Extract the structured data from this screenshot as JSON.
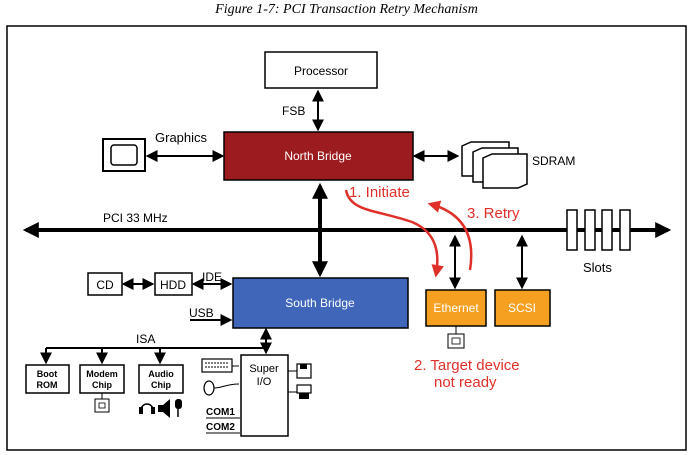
{
  "figure_title": "Figure 1-7: PCI Transaction Retry Mechanism",
  "nodes": {
    "processor": "Processor",
    "north_bridge": "North Bridge",
    "south_bridge": "South Bridge",
    "graphics": "Graphics",
    "sdram": "SDRAM",
    "cd": "CD",
    "hdd": "HDD",
    "ethernet": "Ethernet",
    "scsi": "SCSI",
    "slots": "Slots",
    "boot_rom": [
      "Boot",
      "ROM"
    ],
    "modem_chip": [
      "Modem",
      "Chip"
    ],
    "audio_chip": [
      "Audio",
      "Chip"
    ],
    "super_io": [
      "Super",
      "I/O"
    ],
    "com1": "COM1",
    "com2": "COM2"
  },
  "buses": {
    "fsb": "FSB",
    "pci": "PCI 33 MHz",
    "ide": "IDE",
    "usb": "USB",
    "isa": "ISA"
  },
  "annotations": {
    "step1": "1. Initiate",
    "step2_line1": "2. Target device",
    "step2_line2": "not ready",
    "step3": "3. Retry"
  },
  "colors": {
    "north_bridge": "#9b1b1e",
    "south_bridge": "#3f66b8",
    "device_orange": "#f5a020",
    "annotation_red": "#e0302a"
  }
}
